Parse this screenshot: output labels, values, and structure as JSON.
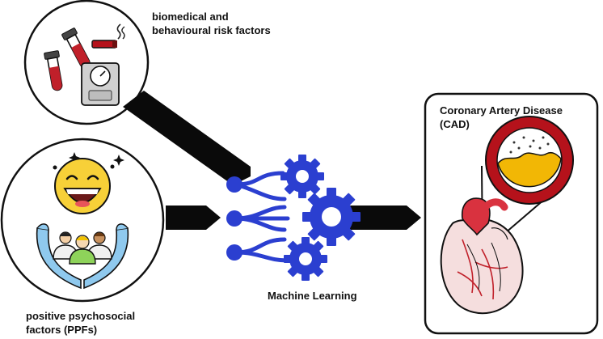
{
  "inputs": {
    "biomedical": {
      "line1": "biomedical and",
      "line2": "behavioural risk factors"
    },
    "psychosocial": {
      "line1": "positive psychosocial",
      "line2": "factors (PPFs)"
    }
  },
  "model": {
    "label": "Machine Learning"
  },
  "output": {
    "line1": "Coronary Artery Disease",
    "line2": "(CAD)"
  },
  "colors": {
    "ml_blue": "#2b3fd0",
    "arrow": "#0a0a0a",
    "heart_red": "#d9323f",
    "blood_red": "#b5121b",
    "tube_red": "#c0202a",
    "plaque_yellow": "#f2b705",
    "emoji_yellow": "#f7d038",
    "hands_blue": "#8fc9ee",
    "person_green": "#8ed35a"
  },
  "icons": [
    "blood-test-tube-icon",
    "cigarette-icon",
    "weighing-scale-icon",
    "laughing-emoji-icon",
    "sparkle-icon",
    "caring-hands-icon",
    "people-group-icon",
    "neural-network-icon",
    "gear-icon",
    "heart-icon",
    "artery-plaque-icon",
    "magnifier-icon"
  ]
}
